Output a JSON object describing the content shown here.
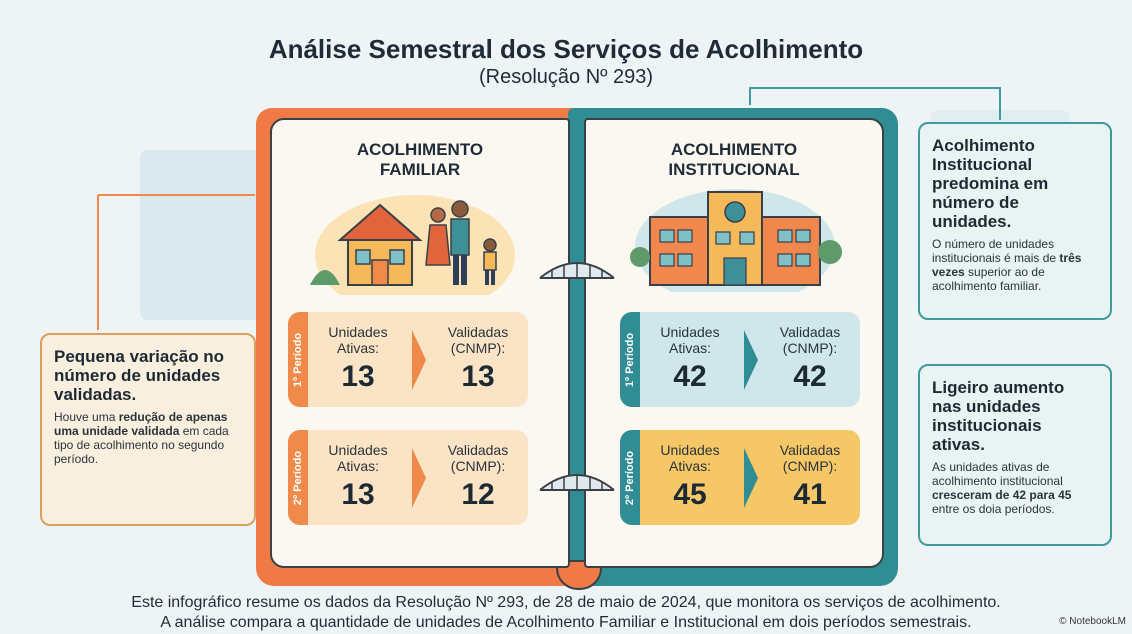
{
  "header": {
    "title": "Análise Semestral dos Serviços de Acolhimento",
    "subtitle": "(Resolução Nº 293)"
  },
  "familiar": {
    "title_line1": "ACOLHIMENTO",
    "title_line2": "FAMILIAR",
    "periods": [
      {
        "label": "1º Período",
        "ativas_label_1": "Unidades",
        "ativas_label_2": "Ativas:",
        "ativas": "13",
        "validadas_label_1": "Validadas",
        "validadas_label_2": "(CNMP):",
        "validadas": "13"
      },
      {
        "label": "2º Período",
        "ativas_label_1": "Unidades",
        "ativas_label_2": "Ativas:",
        "ativas": "13",
        "validadas_label_1": "Validadas",
        "validadas_label_2": "(CNMP):",
        "validadas": "12"
      }
    ]
  },
  "institucional": {
    "title_line1": "ACOLHIMENTO",
    "title_line2": "INSTITUCIONAL",
    "periods": [
      {
        "label": "1º Período",
        "ativas_label_1": "Unidades",
        "ativas_label_2": "Ativas:",
        "ativas": "42",
        "validadas_label_1": "Validadas",
        "validadas_label_2": "(CNMP):",
        "validadas": "42"
      },
      {
        "label": "2º Período",
        "ativas_label_1": "Unidades",
        "ativas_label_2": "Ativas:",
        "ativas": "45",
        "validadas_label_1": "Validadas",
        "validadas_label_2": "(CNMP):",
        "validadas": "41"
      }
    ]
  },
  "callouts": {
    "left": {
      "heading": "Pequena variação no número de unidades validadas.",
      "text_1": "Houve uma ",
      "bold_1": "redução de apenas uma unidade validada",
      "text_2": " em cada tipo de acolhimento no segundo período."
    },
    "right_top": {
      "heading": "Acolhimento Institucional predomina em número de unidades.",
      "text_1": "O número de unidades institucionais é mais de ",
      "bold_1": "três vezes",
      "text_2": " superior ao de acolhimento familiar."
    },
    "right_bottom": {
      "heading": "Ligeiro aumento nas unidades institucionais ativas.",
      "text_1": "As unidades ativas de acolhimento institucional ",
      "bold_1": "cresceram de 42 para 45",
      "text_2": " entre os doia períodos."
    }
  },
  "footer": {
    "line1": "Este infográfico resume os dados da Resolução Nº 293, de 28 de maio de 2024, que monitora os serviços de acolhimento.",
    "line2": "A análise compara a quantidade de unidades de Acolhimento Familiar e Institucional em dois períodos semestrais.",
    "brand": "© NotebookLM"
  },
  "colors": {
    "orange": "#ef7a45",
    "teal": "#2f8d93",
    "peach": "#fbe4c5",
    "light_blue": "#cfe6eb",
    "gold": "#f6c766"
  }
}
